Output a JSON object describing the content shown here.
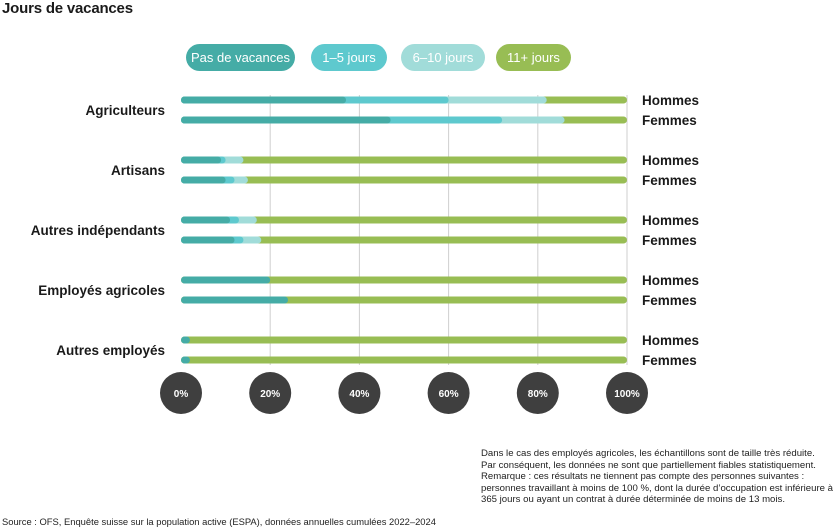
{
  "title": "Jours de vacances",
  "chart_data": {
    "type": "bar",
    "stacked": true,
    "orientation": "horizontal",
    "title": "Jours de vacances",
    "legend_position": "top",
    "categories": [
      "Agriculteurs",
      "Artisans",
      "Autres indépendants",
      "Employés agricoles",
      "Autres employés"
    ],
    "groups": [
      "Hommes",
      "Femmes"
    ],
    "series": [
      {
        "name": "Pas de vacances",
        "color": "#45aca6",
        "values": {
          "Hommes": [
            37,
            9,
            11,
            20,
            2
          ],
          "Femmes": [
            47,
            10,
            12,
            24,
            2
          ]
        }
      },
      {
        "name": "1–5 jours",
        "color": "#5ec9ce",
        "values": {
          "Hommes": [
            23,
            1,
            2,
            0,
            0
          ],
          "Femmes": [
            25,
            2,
            2,
            0,
            0
          ]
        }
      },
      {
        "name": "6–10 jours",
        "color": "#a1dcd9",
        "values": {
          "Hommes": [
            22,
            4,
            4,
            0,
            0
          ],
          "Femmes": [
            14,
            3,
            4,
            0,
            0
          ]
        }
      },
      {
        "name": "11+ jours",
        "color": "#98bd54",
        "values": {
          "Hommes": [
            18,
            86,
            83,
            80,
            98
          ],
          "Femmes": [
            14,
            85,
            82,
            76,
            98
          ]
        }
      }
    ],
    "xlim": [
      0,
      100
    ],
    "xticks": [
      "0%",
      "20%",
      "40%",
      "60%",
      "80%",
      "100%"
    ]
  },
  "note": "Dans le cas des employés agricoles, les échantillons sont de taille très réduite.\nPar conséquent, les données ne sont que partiellement fiables statistiquement.\nRemarque : ces résultats ne tiennent pas compte des personnes suivantes :\npersonnes travaillant à moins de 100 %, dont la durée d’occupation est inférieure à\n365 jours ou ayant un contrat à durée déterminée de moins de 13 mois.",
  "source": "Source : OFS, Enquête suisse sur la population active (ESPA), données annuelles cumulées 2022–2024"
}
